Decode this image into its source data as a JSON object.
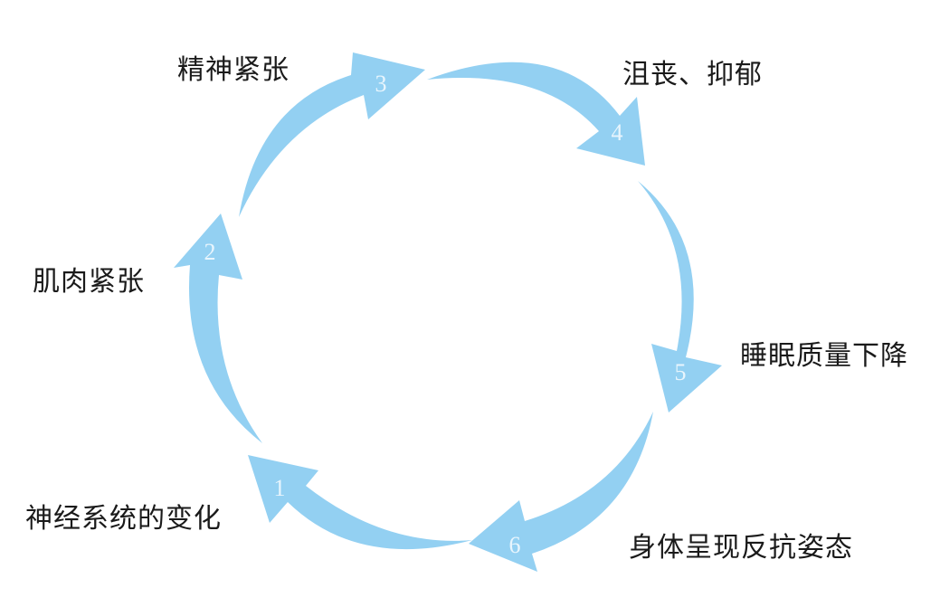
{
  "arrow_color": "#93d0f2",
  "number_color": "#e8f5fd",
  "label_color": "#1a1a1a",
  "stages": [
    {
      "number": "1",
      "label": "神经系统的变化"
    },
    {
      "number": "2",
      "label": "肌肉紧张"
    },
    {
      "number": "3",
      "label": "精神紧张"
    },
    {
      "number": "4",
      "label": "沮丧、抑郁"
    },
    {
      "number": "5",
      "label": "睡眠质量下降"
    },
    {
      "number": "6",
      "label": "身体呈现反抗姿态"
    }
  ]
}
